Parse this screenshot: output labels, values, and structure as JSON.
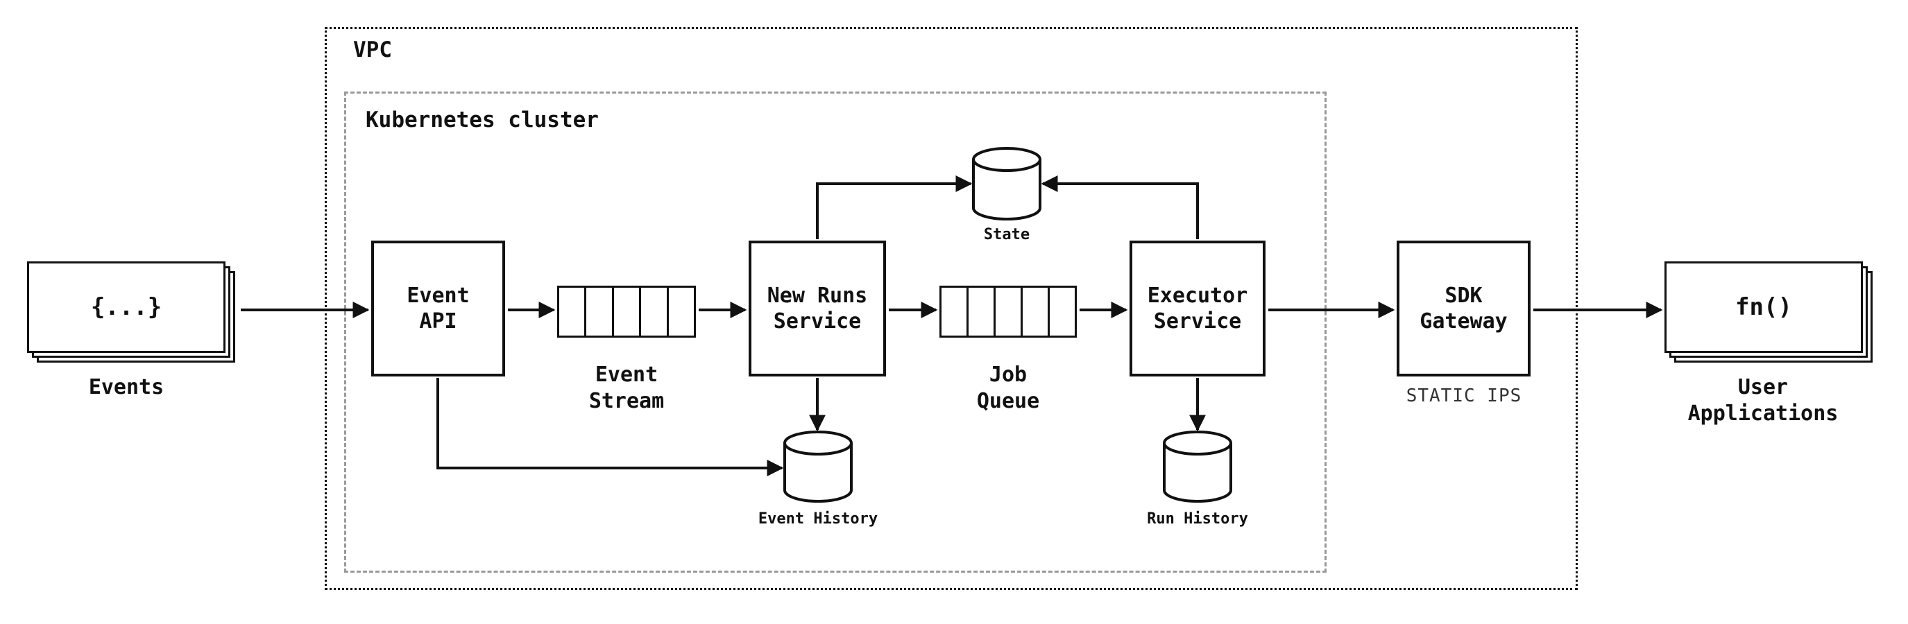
{
  "vpc": {
    "label": "VPC"
  },
  "cluster": {
    "label": "Kubernetes cluster"
  },
  "nodes": {
    "events": {
      "glyph": "{...}",
      "label": "Events"
    },
    "event_api": {
      "label": "Event\nAPI"
    },
    "event_stream": {
      "label": "Event\nStream"
    },
    "new_runs_service": {
      "label": "New Runs\nService"
    },
    "state": {
      "label": "State"
    },
    "job_queue": {
      "label": "Job\nQueue"
    },
    "executor_service": {
      "label": "Executor\nService"
    },
    "sdk_gateway": {
      "label": "SDK\nGateway",
      "sublabel": "STATIC IPS"
    },
    "event_history": {
      "label": "Event History"
    },
    "run_history": {
      "label": "Run History"
    },
    "user_applications": {
      "glyph": "fn()",
      "label": "User\nApplications"
    }
  },
  "colors": {
    "stroke": "#111111",
    "cluster_border": "#999999",
    "background": "#ffffff"
  }
}
